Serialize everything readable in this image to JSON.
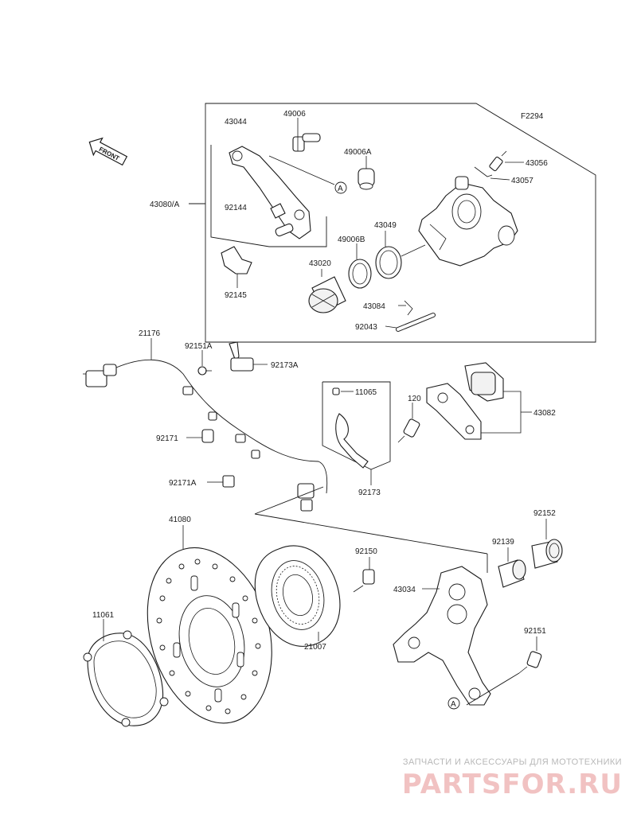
{
  "figure_code": "F2294",
  "front_label": "FRONT",
  "ref_marker": "A",
  "labels": {
    "p43044": "43044",
    "p49006": "49006",
    "p49006A": "49006A",
    "p43056": "43056",
    "p43057": "43057",
    "p43080A": "43080/A",
    "p92144": "92144",
    "p43049": "43049",
    "p49006B": "49006B",
    "p43020": "43020",
    "p92145": "92145",
    "p43084": "43084",
    "p92043": "92043",
    "p21176": "21176",
    "p92151A": "92151A",
    "p92173A": "92173A",
    "p11065": "11065",
    "p120": "120",
    "p43082": "43082",
    "p92171": "92171",
    "p92173": "92173",
    "p92171A": "92171A",
    "p41080": "41080",
    "p92152": "92152",
    "p92139": "92139",
    "p92150": "92150",
    "p43034": "43034",
    "p11061": "11061",
    "p21007": "21007",
    "p92151": "92151"
  },
  "watermark": {
    "tagline": "ЗАПЧАСТИ И АКСЕССУАРЫ ДЛЯ МОТОТЕХНИКИ",
    "brand": "PARTSFOR.RU"
  },
  "colors": {
    "line": "#1a1a1a",
    "watermark_text": "#b8b8b8",
    "watermark_brand": "#f1c2c2"
  }
}
